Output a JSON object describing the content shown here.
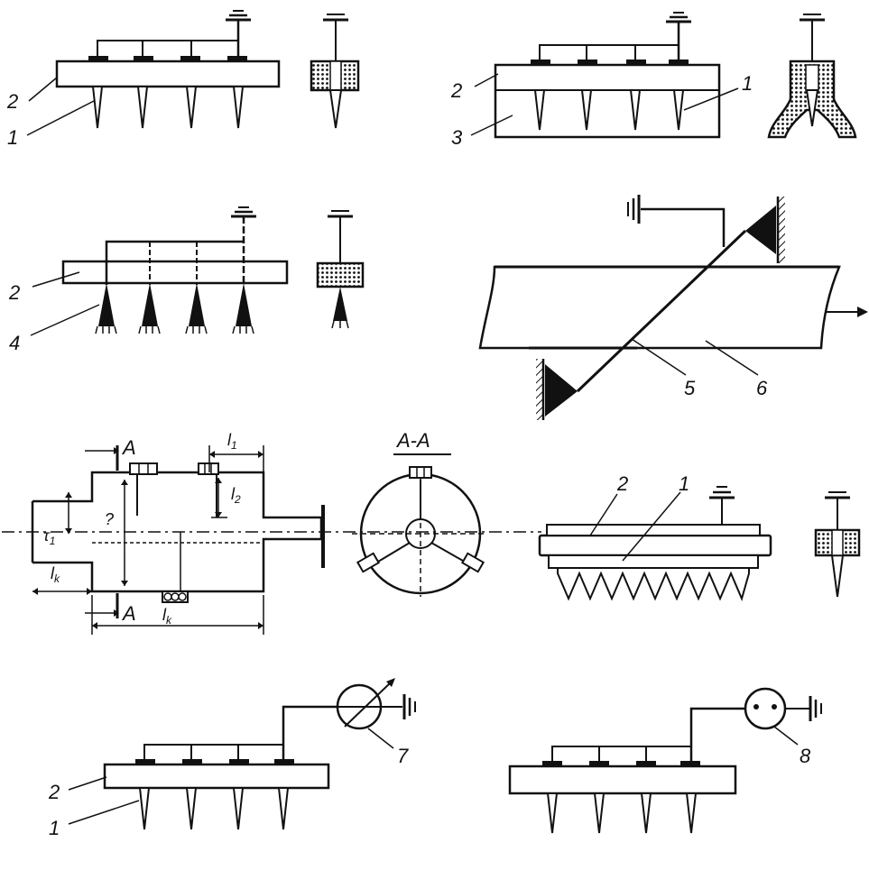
{
  "labels": {
    "p1_2": "2",
    "p1_1": "1",
    "p2_2": "2",
    "p2_1": "1",
    "p2_3": "3",
    "p3_2": "2",
    "p3_4": "4",
    "p4_5": "5",
    "p4_6": "6",
    "p5_A_top": "A",
    "p5_A_bottom": "A",
    "p5_section": "A-A",
    "p5_l1": "l",
    "p5_l1_sub": "1",
    "p5_l2": "l",
    "p5_l2_sub": "2",
    "p5_q": "?",
    "p5_tau": "τ",
    "p5_tau_sub": "1",
    "p5_lk_left": "l",
    "p5_lk_left_sub": "k",
    "p5_lk_bottom": "l",
    "p5_lk_bottom_sub": "k",
    "p6_2": "2",
    "p6_1": "1",
    "p7_2": "2",
    "p7_1": "1",
    "p7_7": "7",
    "p8_8": "8"
  },
  "colors": {
    "ink": "#111111",
    "hatch": "#111111",
    "paper": "#ffffff"
  }
}
